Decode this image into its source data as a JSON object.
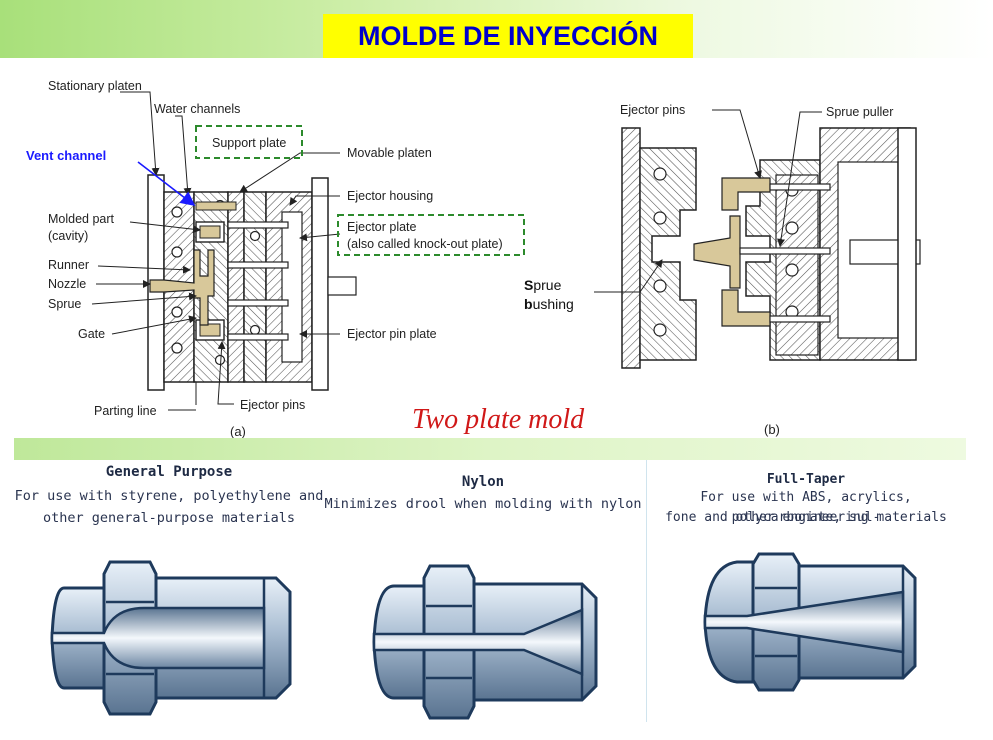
{
  "title": "MOLDE DE INYECCIÓN",
  "diagram_a": {
    "labels": {
      "stationary_platen": "Stationary platen",
      "water_channels": "Water channels",
      "support_plate": "Support plate",
      "movable_platen": "Movable platen",
      "vent_channel": "Vent channel",
      "ejector_housing": "Ejector housing",
      "molded_part_1": "Molded part",
      "molded_part_2": "(cavity)",
      "ejector_plate_1": "Ejector plate",
      "ejector_plate_2": "(also called knock-out plate)",
      "runner": "Runner",
      "nozzle": "Nozzle",
      "sprue": "Sprue",
      "gate": "Gate",
      "ejector_pin_plate": "Ejector pin plate",
      "parting_line": "Parting line",
      "ejector_pins": "Ejector pins"
    },
    "caption": "(a)"
  },
  "diagram_b": {
    "labels": {
      "ejector_pins": "Ejector pins",
      "sprue_puller": "Sprue puller",
      "sprue_s": "S",
      "sprue_rest": "prue",
      "bushing_b": "b",
      "bushing_rest": "ushing"
    },
    "caption": "(b)"
  },
  "subtitle": "Two plate mold",
  "nozzle_types": [
    {
      "heading": "General Purpose",
      "line1": "For use with styrene, polyethylene and",
      "line2": "other general-purpose materials"
    },
    {
      "heading": "Nylon",
      "line1": "Minimizes drool when molding with nylon",
      "line2": ""
    },
    {
      "heading": "Full-Taper",
      "line1": "For use with ABS, acrylics, polycarbonate, sul-",
      "line2": "fone and other engineering materials"
    }
  ],
  "colors": {
    "title_bg": "#ffff00",
    "title_text": "#0000cc",
    "vent_text": "#1a1aff",
    "subtitle_text": "#d01818",
    "molded_part": "#d8c89a",
    "nozzle_body": "#c8d8e8",
    "nozzle_outline": "#1e3a5c"
  }
}
